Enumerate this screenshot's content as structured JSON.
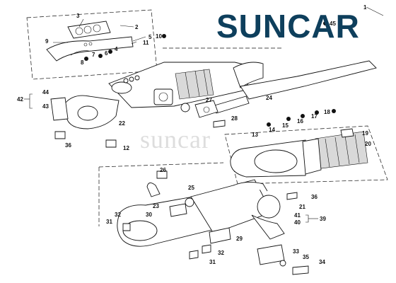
{
  "brand": {
    "logo_text": "SUNCAR",
    "watermark_text": "suncar",
    "logo_color": "#0e3f5c"
  },
  "labels": {
    "top_ref": "1",
    "ref45": "45",
    "callouts": [
      "3",
      "9",
      "2",
      "5",
      "10",
      "11",
      "7",
      "6",
      "4",
      "8",
      "42",
      "44",
      "43",
      "22",
      "36",
      "12",
      "27",
      "28",
      "24",
      "13",
      "14",
      "15",
      "16",
      "17",
      "18",
      "19",
      "20",
      "26",
      "25",
      "23",
      "30",
      "32",
      "31",
      "21",
      "41",
      "40",
      "39",
      "36",
      "29",
      "32",
      "31",
      "33",
      "35",
      "34"
    ]
  }
}
